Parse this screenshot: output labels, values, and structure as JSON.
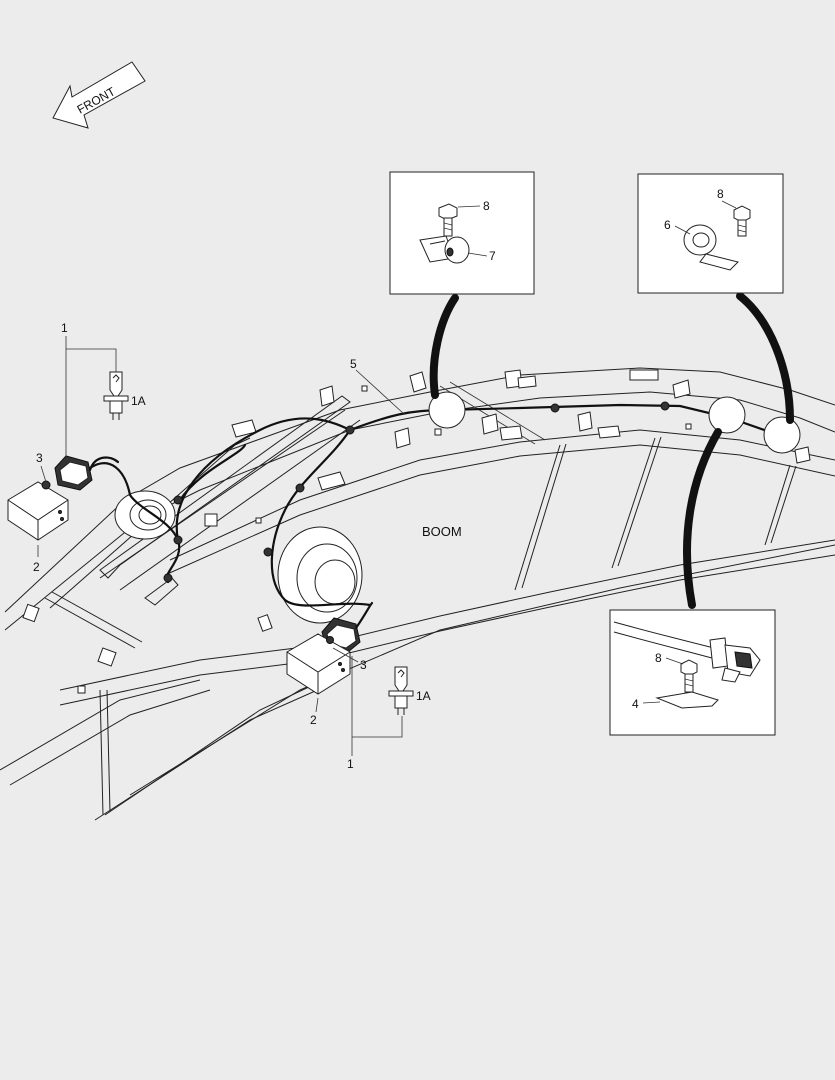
{
  "direction_arrow": {
    "label": "FRONT",
    "icon": "front-direction-arrow-icon"
  },
  "boom_label": "BOOM",
  "callouts": {
    "lamp_left": "1",
    "bulb_left": "1A",
    "nut_left": "3",
    "guard_left": "2",
    "harness": "5",
    "lamp_right": "1",
    "bulb_right": "1A",
    "nut_right": "3",
    "guard_right": "2"
  },
  "detail_views": [
    {
      "id": "detail-clamp-a",
      "labels": [
        "8",
        "7"
      ],
      "icon": "harness-clamp-icon"
    },
    {
      "id": "detail-clamp-b",
      "labels": [
        "8",
        "6"
      ],
      "icon": "harness-clamp-icon"
    },
    {
      "id": "detail-bracket",
      "labels": [
        "8",
        "4"
      ],
      "icon": "connector-bracket-icon"
    }
  ]
}
